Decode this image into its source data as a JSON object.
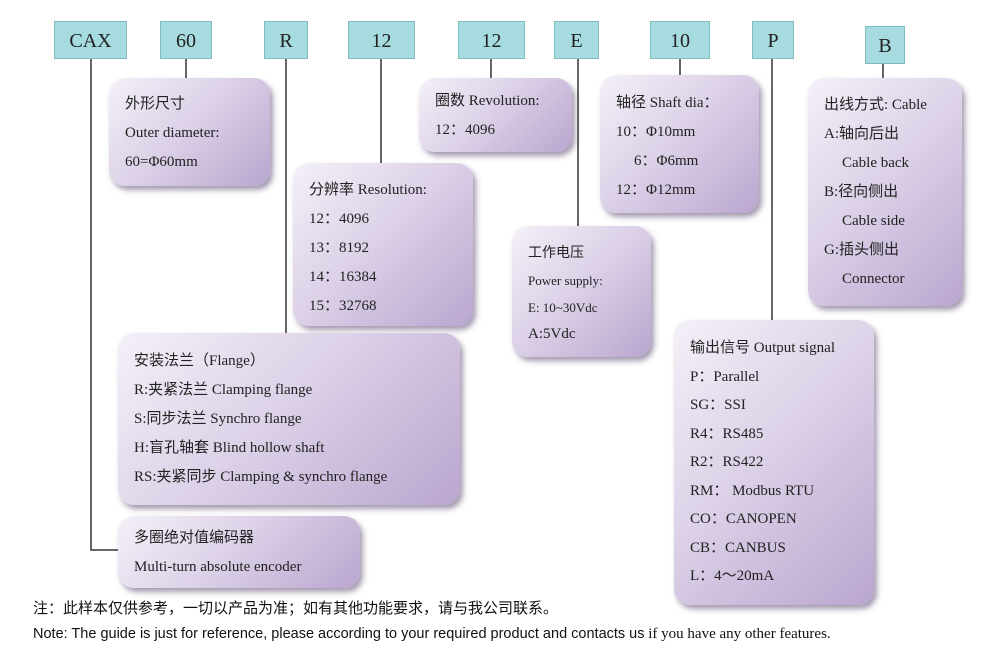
{
  "codes": [
    "CAX",
    "60",
    "R",
    "12",
    "12",
    "E",
    "10",
    "P",
    "B"
  ],
  "outer": {
    "title": "外形尺寸",
    "line1": "Outer diameter:",
    "line2": "60=Φ60mm"
  },
  "resolution_bits": {
    "title": "圈数 Revolution:",
    "line1": "12：4096"
  },
  "shaft": {
    "title": "轴径 Shaft dia：",
    "items": [
      "10：Φ10mm",
      "6：Φ6mm",
      "12：Φ12mm"
    ]
  },
  "cable": {
    "title": "出线方式: Cable",
    "items": [
      "A:轴向后出",
      "Cable back",
      "B:径向侧出",
      "Cable side",
      "G:插头侧出",
      "Connector"
    ]
  },
  "resolution": {
    "title": "分辨率 Resolution:",
    "items": [
      "12：4096",
      "13：8192",
      "14：16384",
      "15：32768"
    ]
  },
  "power": {
    "title": "工作电压",
    "line1": "Power supply:",
    "line2": "E: 10~30Vdc",
    "line3": "A:5Vdc"
  },
  "flange": {
    "title": "安装法兰（Flange）",
    "items": [
      "R:夹紧法兰 Clamping flange",
      "S:同步法兰 Synchro flange",
      "H:盲孔轴套 Blind hollow shaft",
      "RS:夹紧同步 Clamping & synchro flange"
    ]
  },
  "output": {
    "title": "输出信号 Output signal",
    "items": [
      "P：Parallel",
      "SG：SSI",
      "R4：RS485",
      "R2：RS422",
      "RM：  Modbus RTU",
      "CO：CANOPEN",
      "CB：CANBUS",
      "L：4～20mA"
    ]
  },
  "encoder": {
    "line1": "多圈绝对值编码器",
    "line2": "Multi-turn absolute encoder"
  },
  "notes": {
    "cn": "注：此样本仅供参考，一切以产品为准；如有其他功能要求，请与我公司联系。",
    "en": "Note: The guide is just for reference, please according to your required product and contacts us",
    "en_tail": " if you have any other features."
  }
}
